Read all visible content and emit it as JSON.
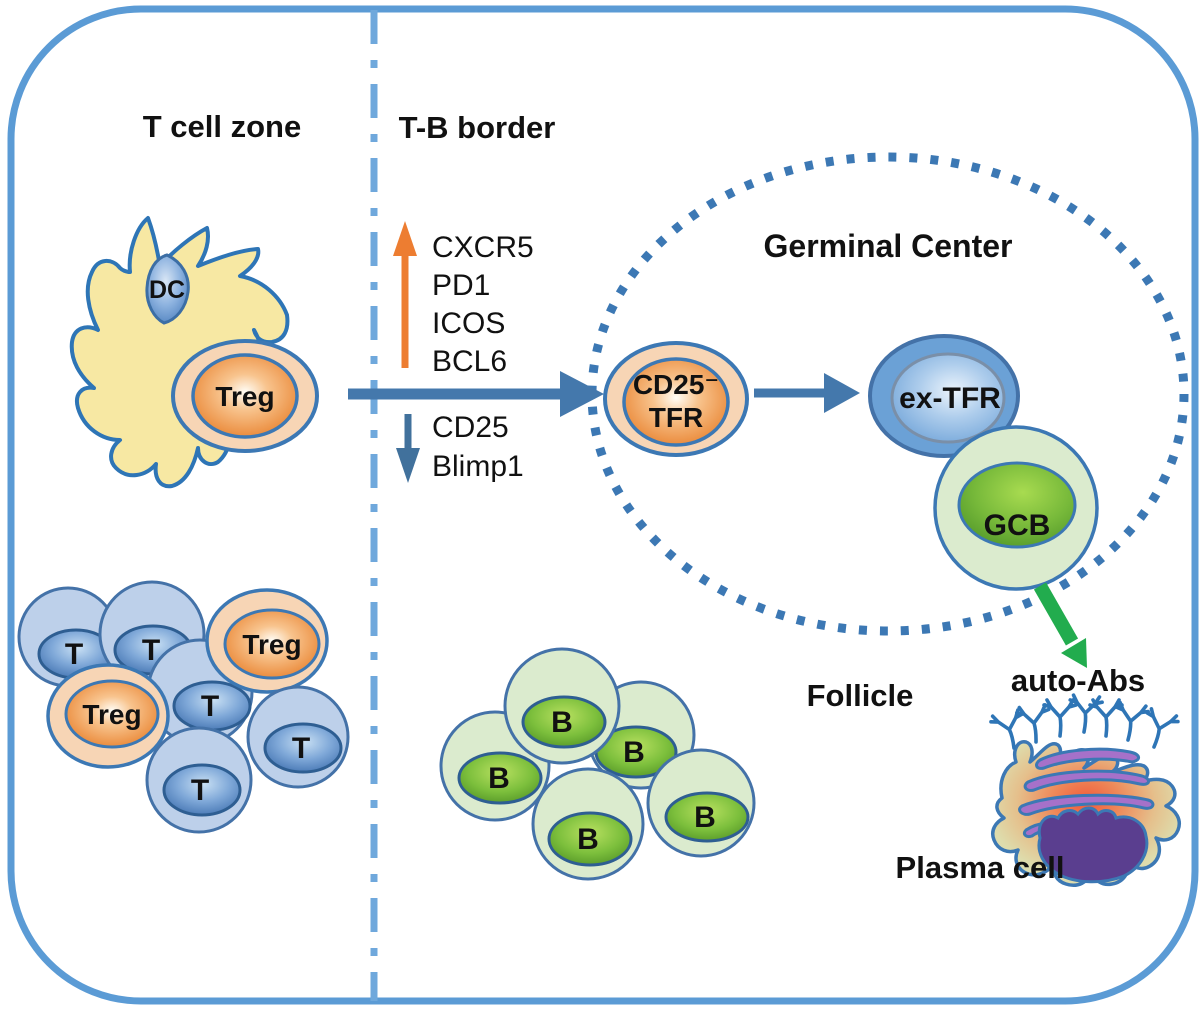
{
  "zones": {
    "t_cell_zone": "T cell zone",
    "tb_border": "T-B border",
    "germinal_center": "Germinal Center",
    "follicle": "Follicle"
  },
  "markers": {
    "upregulated": [
      "CXCR5",
      "PD1",
      "ICOS",
      "BCL6"
    ],
    "downregulated": [
      "CD25",
      "Blimp1"
    ]
  },
  "cells": {
    "dc": "DC",
    "treg": "Treg",
    "t": "T",
    "b": "B",
    "cd25_tfr_line1": "CD25⁻",
    "cd25_tfr_line2": "TFR",
    "ex_tfr": "ex-TFR",
    "gcb": "GCB",
    "plasma": "Plasma cell",
    "auto_abs": "auto-Abs"
  },
  "colors": {
    "outer_border": "#5B9BD5",
    "divider": "#6FA8DC",
    "steel_arrow": "#4478AC",
    "up_arrow_orange": "#ED7D31",
    "down_arrow_blue": "#41719C",
    "green_arrow": "#22AC4E",
    "gc_dotted_ring": "#3C78B4",
    "cell_outline": "#2E75B6",
    "dc_body": "#F7E8A3",
    "treg_outer": "#F7D5B5",
    "treg_inner": "#EC8530",
    "t_cell_outer": "#BDD0EA",
    "t_nucleus": "#4478B8",
    "b_cell_outer": "#DBEBCE",
    "b_nucleus": "#5FA32C",
    "gcb_nucleus": "#77B93A",
    "ex_tfr_outer": "#6BA1D6",
    "plasma_er": "#A671C9",
    "plasma_nucleus": "#5A3E8F"
  }
}
